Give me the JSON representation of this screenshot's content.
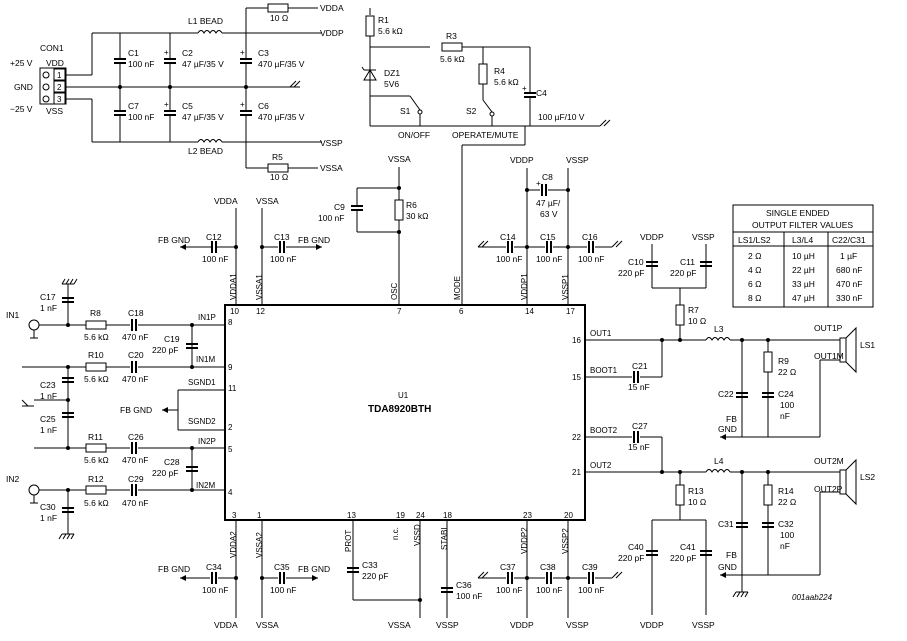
{
  "figure_id": "001aab224",
  "ic": {
    "ref": "U1",
    "part": "TDA8920BTH"
  },
  "pins": {
    "p10": "10",
    "p12": "12",
    "p7": "7",
    "p6": "6",
    "p14": "14",
    "p17": "17",
    "p8": "8",
    "p9": "9",
    "p11": "11",
    "p2": "2",
    "p5": "5",
    "p4": "4",
    "p3": "3",
    "p1": "1",
    "p13": "13",
    "p19": "19",
    "p24": "24",
    "p18": "18",
    "p23": "23",
    "p20": "20",
    "p16": "16",
    "p15": "15",
    "p22": "22",
    "p21": "21"
  },
  "pin_names": {
    "vdda1": "VDDA1",
    "vssa1": "VSSA1",
    "osc": "OSC",
    "mode": "MODE",
    "vddp1": "VDDP1",
    "vssp1": "VSSP1",
    "in1p": "IN1P",
    "in1m": "IN1M",
    "sgnd1": "SGND1",
    "sgnd2": "SGND2",
    "in2p": "IN2P",
    "in2m": "IN2M",
    "vdda2": "VDDA2",
    "vssa2": "VSSA2",
    "prot": "PROT",
    "nc": "n.c.",
    "vssd": "VSSD",
    "stabi": "STABI",
    "vddp2": "VDDP2",
    "vssp2": "VSSP2",
    "out1": "OUT1",
    "boot1": "BOOT1",
    "boot2": "BOOT2",
    "out2": "OUT2"
  },
  "rails": {
    "vdda": "VDDA",
    "vddp": "VDDP",
    "vssp": "VSSP",
    "vssa": "VSSA",
    "vdd": "VDD",
    "vss": "VSS"
  },
  "supply": {
    "connector": "CON1",
    "plus": "+25 V",
    "gnd": "GND",
    "minus": "−25 V",
    "pin1": "1",
    "pin2": "2",
    "pin3": "3",
    "l1": "L1 BEAD",
    "l2": "L2 BEAD",
    "r2": "10 Ω",
    "r5_ref": "R5",
    "r5": "10 Ω",
    "c1": "C1",
    "c1v": "100 nF",
    "c2": "C2",
    "c2v": "47 µF/35 V",
    "c3": "C3",
    "c3v": "470 µF/35 V",
    "c7": "C7",
    "c7v": "100 nF",
    "c5": "C5",
    "c5v": "47 µF/35 V",
    "c6": "C6",
    "c6v": "470 µF/35 V"
  },
  "mode_ctrl": {
    "r1": "R1",
    "r1v": "5.6 kΩ",
    "r3": "R3",
    "r3v": "5.6 kΩ",
    "r4": "R4",
    "r4v": "5.6 kΩ",
    "dz1": "DZ1",
    "dz1v": "5V6",
    "s1": "S1",
    "s2": "S2",
    "c4": "C4",
    "c4v": "100 µF/10 V",
    "onoff": "ON/OFF",
    "opmute": "OPERATE/MUTE"
  },
  "filter_table": {
    "title1": "SINGLE ENDED",
    "title2": "OUTPUT FILTER VALUES",
    "headers": [
      "LS1/LS2",
      "L3/L4",
      "C22/C31"
    ],
    "rows": [
      [
        "2 Ω",
        "10 µH",
        "1 µF"
      ],
      [
        "4 Ω",
        "22 µH",
        "680 nF"
      ],
      [
        "6 Ω",
        "33 µH",
        "470 nF"
      ],
      [
        "8 Ω",
        "47 µH",
        "330 nF"
      ]
    ]
  },
  "parts": {
    "c9": "C9",
    "c9v": "100 nF",
    "r6": "R6",
    "r6v": "30 kΩ",
    "c8": "C8",
    "c8v1": "47 µF/",
    "c8v2": "63 V",
    "c12": "C12",
    "c12v": "100 nF",
    "c13": "C13",
    "c13v": "100 nF",
    "c14": "C14",
    "c14v": "100 nF",
    "c15": "C15",
    "c15v": "100 nF",
    "c16": "C16",
    "c16v": "100 nF",
    "c10": "C10",
    "c10v": "220 pF",
    "c11": "C11",
    "c11v": "220 pF",
    "r7": "R7",
    "r7v": "10 Ω",
    "l3": "L3",
    "l4": "L4",
    "r9": "R9",
    "r9v": "22 Ω",
    "c24": "C24",
    "c24v1": "100",
    "c24v2": "nF",
    "c22": "C22",
    "c21": "C21",
    "c21v": "15 nF",
    "c27": "C27",
    "c27v": "15 nF",
    "r13": "R13",
    "r13v": "10 Ω",
    "r14": "R14",
    "r14v": "22 Ω",
    "c31": "C31",
    "c32": "C32",
    "c32v1": "100",
    "c32v2": "nF",
    "c40": "C40",
    "c40v": "220 pF",
    "c41": "C41",
    "c41v": "220 pF",
    "c17": "C17",
    "c17v": "1 nF",
    "c23": "C23",
    "c23v": "1 nF",
    "c25": "C25",
    "c25v": "1 nF",
    "c30": "C30",
    "c30v": "1 nF",
    "r8": "R8",
    "r8v": "5.6 kΩ",
    "r10": "R10",
    "r10v": "5.6 kΩ",
    "r11": "R11",
    "r11v": "5.6 kΩ",
    "r12": "R12",
    "r12v": "5.6 kΩ",
    "c18": "C18",
    "c18v": "470 nF",
    "c20": "C20",
    "c20v": "470 nF",
    "c26": "C26",
    "c26v": "470 nF",
    "c29": "C29",
    "c29v": "470 nF",
    "c19": "C19",
    "c19v": "220 pF",
    "c28": "C28",
    "c28v": "220 pF",
    "c34": "C34",
    "c34v": "100 nF",
    "c35": "C35",
    "c35v": "100 nF",
    "c33": "C33",
    "c33v": "220 pF",
    "c36": "C36",
    "c36v": "100 nF",
    "c37": "C37",
    "c37v": "100 nF",
    "c38": "C38",
    "c38v": "100 nF",
    "c39": "C39",
    "c39v": "100 nF"
  },
  "signals": {
    "in1": "IN1",
    "in2": "IN2",
    "fb_gnd": "FB GND",
    "fb": "FB",
    "gnd": "GND",
    "out1p": "OUT1P",
    "out1m": "OUT1M",
    "out2m": "OUT2M",
    "out2p": "OUT2P",
    "ls1": "LS1",
    "ls2": "LS2"
  }
}
